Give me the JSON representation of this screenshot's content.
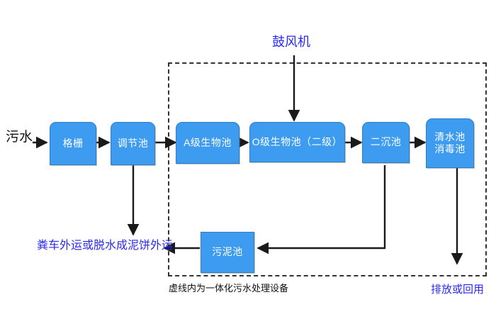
{
  "diagram": {
    "title_label": "鼓风机",
    "caption": "虚线内为一体化污水处理设备",
    "inlet_label": "污水",
    "sludge_outlet_label": "粪车外运或脱水成泥饼外运",
    "effluent_label": "排放或回用",
    "colors": {
      "node_fill": "#3d9bf0",
      "node_border": "#2e7fc6",
      "node_text": "#ffffff",
      "blue_text": "#2a2aee",
      "black_text": "#111111",
      "connector": "#1a1a1a",
      "dashed_border": "#333333",
      "background": "#ffffff"
    },
    "nodes": [
      {
        "id": "grille",
        "label": "格栅"
      },
      {
        "id": "regulating",
        "label": "调节池"
      },
      {
        "id": "a_stage",
        "label": "A级生物池"
      },
      {
        "id": "o_stage",
        "label": "O级生物池（二级）"
      },
      {
        "id": "secondary",
        "label": "二沉池"
      },
      {
        "id": "clearwater",
        "label": "清水池\n消毒池"
      },
      {
        "id": "sludge",
        "label": "污泥池"
      }
    ],
    "flow_sequence": [
      "污水",
      "格栅",
      "调节池",
      "A级生物池",
      "O级生物池（二级）",
      "二沉池",
      "清水池消毒池",
      "排放或回用"
    ],
    "return_flow": "二沉池 → 污泥池 → 粪车外运或脱水成泥饼外运",
    "aeration_flow": "鼓风机 → O级生物池（二级）"
  }
}
